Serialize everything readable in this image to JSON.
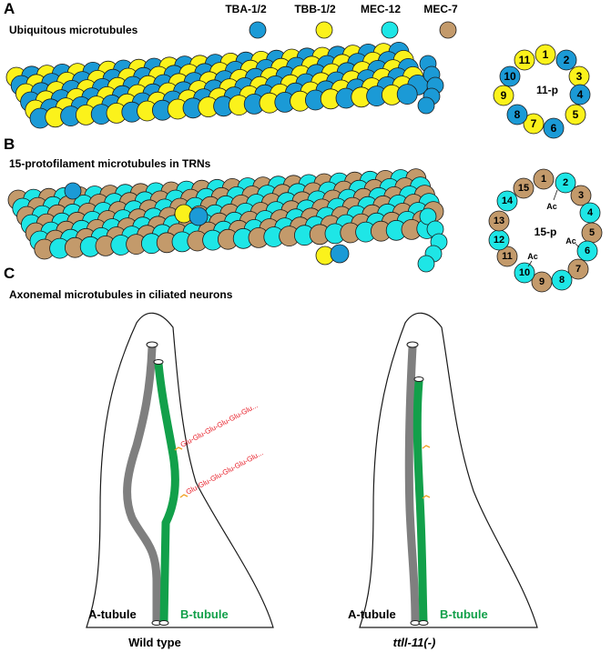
{
  "panels": {
    "a": {
      "letter": "A",
      "title": "Ubiquitous microtubules",
      "ring_center": "11-p",
      "ring_numbers": [
        "1",
        "2",
        "3",
        "4",
        "5",
        "6",
        "7",
        "8",
        "9",
        "10",
        "11"
      ]
    },
    "b": {
      "letter": "B",
      "title": "15-protofilament microtubules in TRNs",
      "ring_center": "15-p",
      "ring_numbers": [
        "1",
        "2",
        "3",
        "4",
        "5",
        "6",
        "7",
        "8",
        "9",
        "10",
        "11",
        "12",
        "13",
        "14",
        "15"
      ],
      "ac_label": "Ac"
    },
    "c": {
      "letter": "C",
      "title": "Axonemal microtubules in ciliated neurons",
      "wt_label": "Wild type",
      "mut_label": "ttll-11(-)",
      "a_tubule": "A-tubule",
      "b_tubule": "B-tubule",
      "glu_chain": "Glu-Glu-Glu-Glu-Glu-Glu..."
    }
  },
  "legend": [
    {
      "label": "TBA-1/2",
      "color": "#1b9ad6"
    },
    {
      "label": "TBB-1/2",
      "color": "#fbf21b"
    },
    {
      "label": "MEC-12",
      "color": "#1ee6e6"
    },
    {
      "label": "MEC-7",
      "color": "#c39a6b"
    }
  ],
  "colors": {
    "a_tubule": "#7f7f7f",
    "b_tubule": "#12a04a",
    "glu": "#e8202a",
    "outline": "#1a1a1a",
    "linker": "#f0a020"
  }
}
